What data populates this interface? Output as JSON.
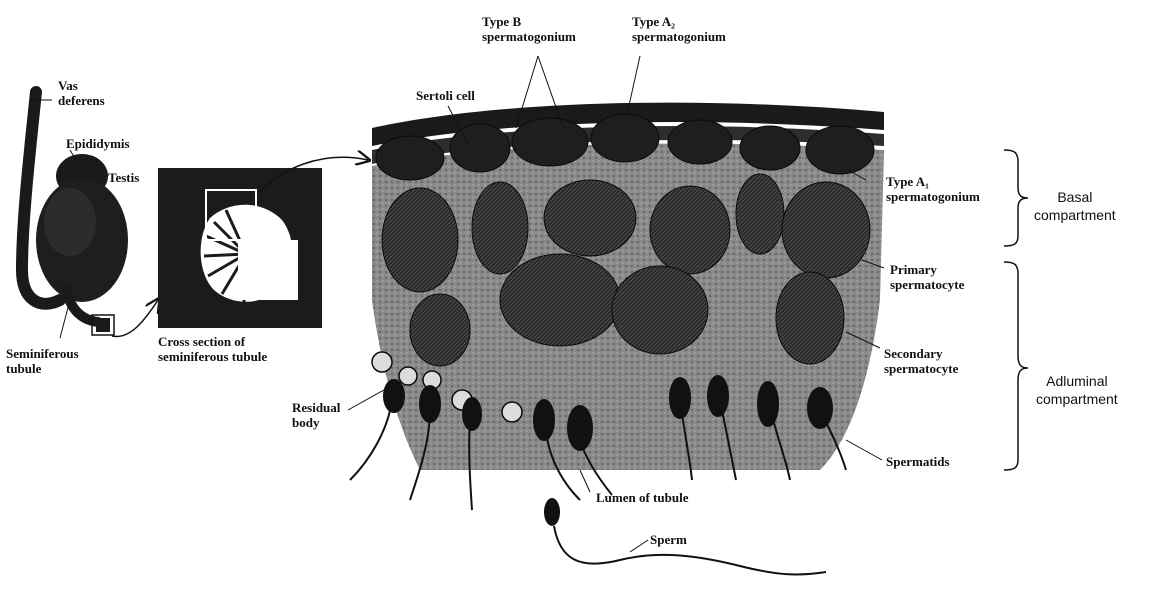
{
  "labels": {
    "vas_deferens": [
      "Vas",
      "deferens"
    ],
    "epididymis": "Epididymis",
    "testis": "Testis",
    "seminiferous_tubule": [
      "Seminiferous",
      "tubule"
    ],
    "cross_section": [
      "Cross section of",
      "seminiferous tubule"
    ],
    "sertoli_cell": "Sertoli cell",
    "type_b": [
      "Type B",
      "spermatogonium"
    ],
    "type_a2": [
      "Type A₂",
      "spermatogonium"
    ],
    "type_a1": [
      "Type A₁",
      "spermatogonium"
    ],
    "primary_spermatocyte": [
      "Primary",
      "spermatocyte"
    ],
    "secondary_spermatocyte": [
      "Secondary",
      "spermatocyte"
    ],
    "spermatids": "Spermatids",
    "residual_body": [
      "Residual",
      "body"
    ],
    "lumen": "Lumen of tubule",
    "sperm": "Sperm"
  },
  "compartments": {
    "basal": [
      "Basal",
      "compartment"
    ],
    "adluminal": [
      "Adluminal",
      "compartment"
    ]
  },
  "colors": {
    "ink": "#111111",
    "tissue_dark": "#1c1c1c",
    "tissue_mid": "#3a3a3a",
    "background": "#ffffff"
  }
}
